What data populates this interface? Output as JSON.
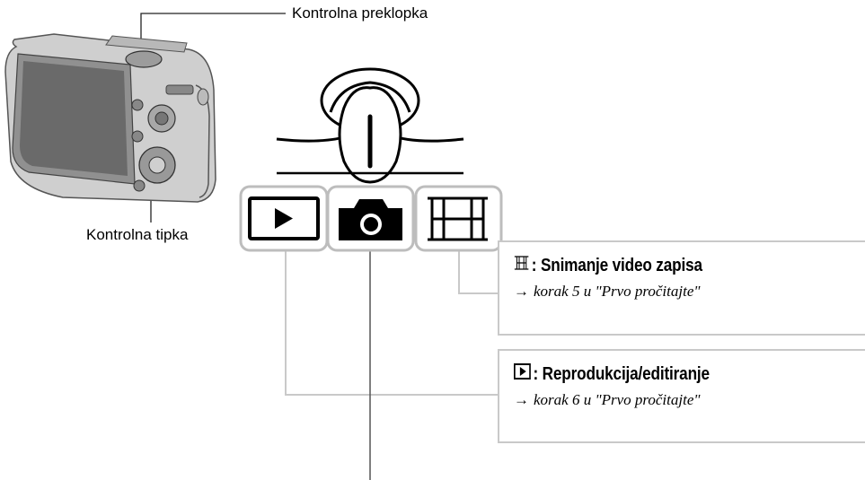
{
  "labels": {
    "control_switch": "Kontrolna preklopka",
    "control_button": "Kontrolna tipka"
  },
  "modes": [
    {
      "name": "playback",
      "icon": "play-icon"
    },
    {
      "name": "still",
      "icon": "camera-icon"
    },
    {
      "name": "movie",
      "icon": "film-icon"
    }
  ],
  "callouts": {
    "movie": {
      "title": ": Snimanje video zapisa",
      "arrow": "→",
      "ref": "korak 5 u \"Prvo pročitajte\"",
      "icon": "film-icon"
    },
    "playback": {
      "title": ": Reprodukcija/editiranje",
      "arrow": "→",
      "ref": "korak 6 u \"Prvo pročitajte\"",
      "icon": "play-icon"
    }
  },
  "colors": {
    "connector": "#c9c9c9",
    "icon_frame": "#bdbdbd",
    "camera_body": "#9a9a9a"
  }
}
